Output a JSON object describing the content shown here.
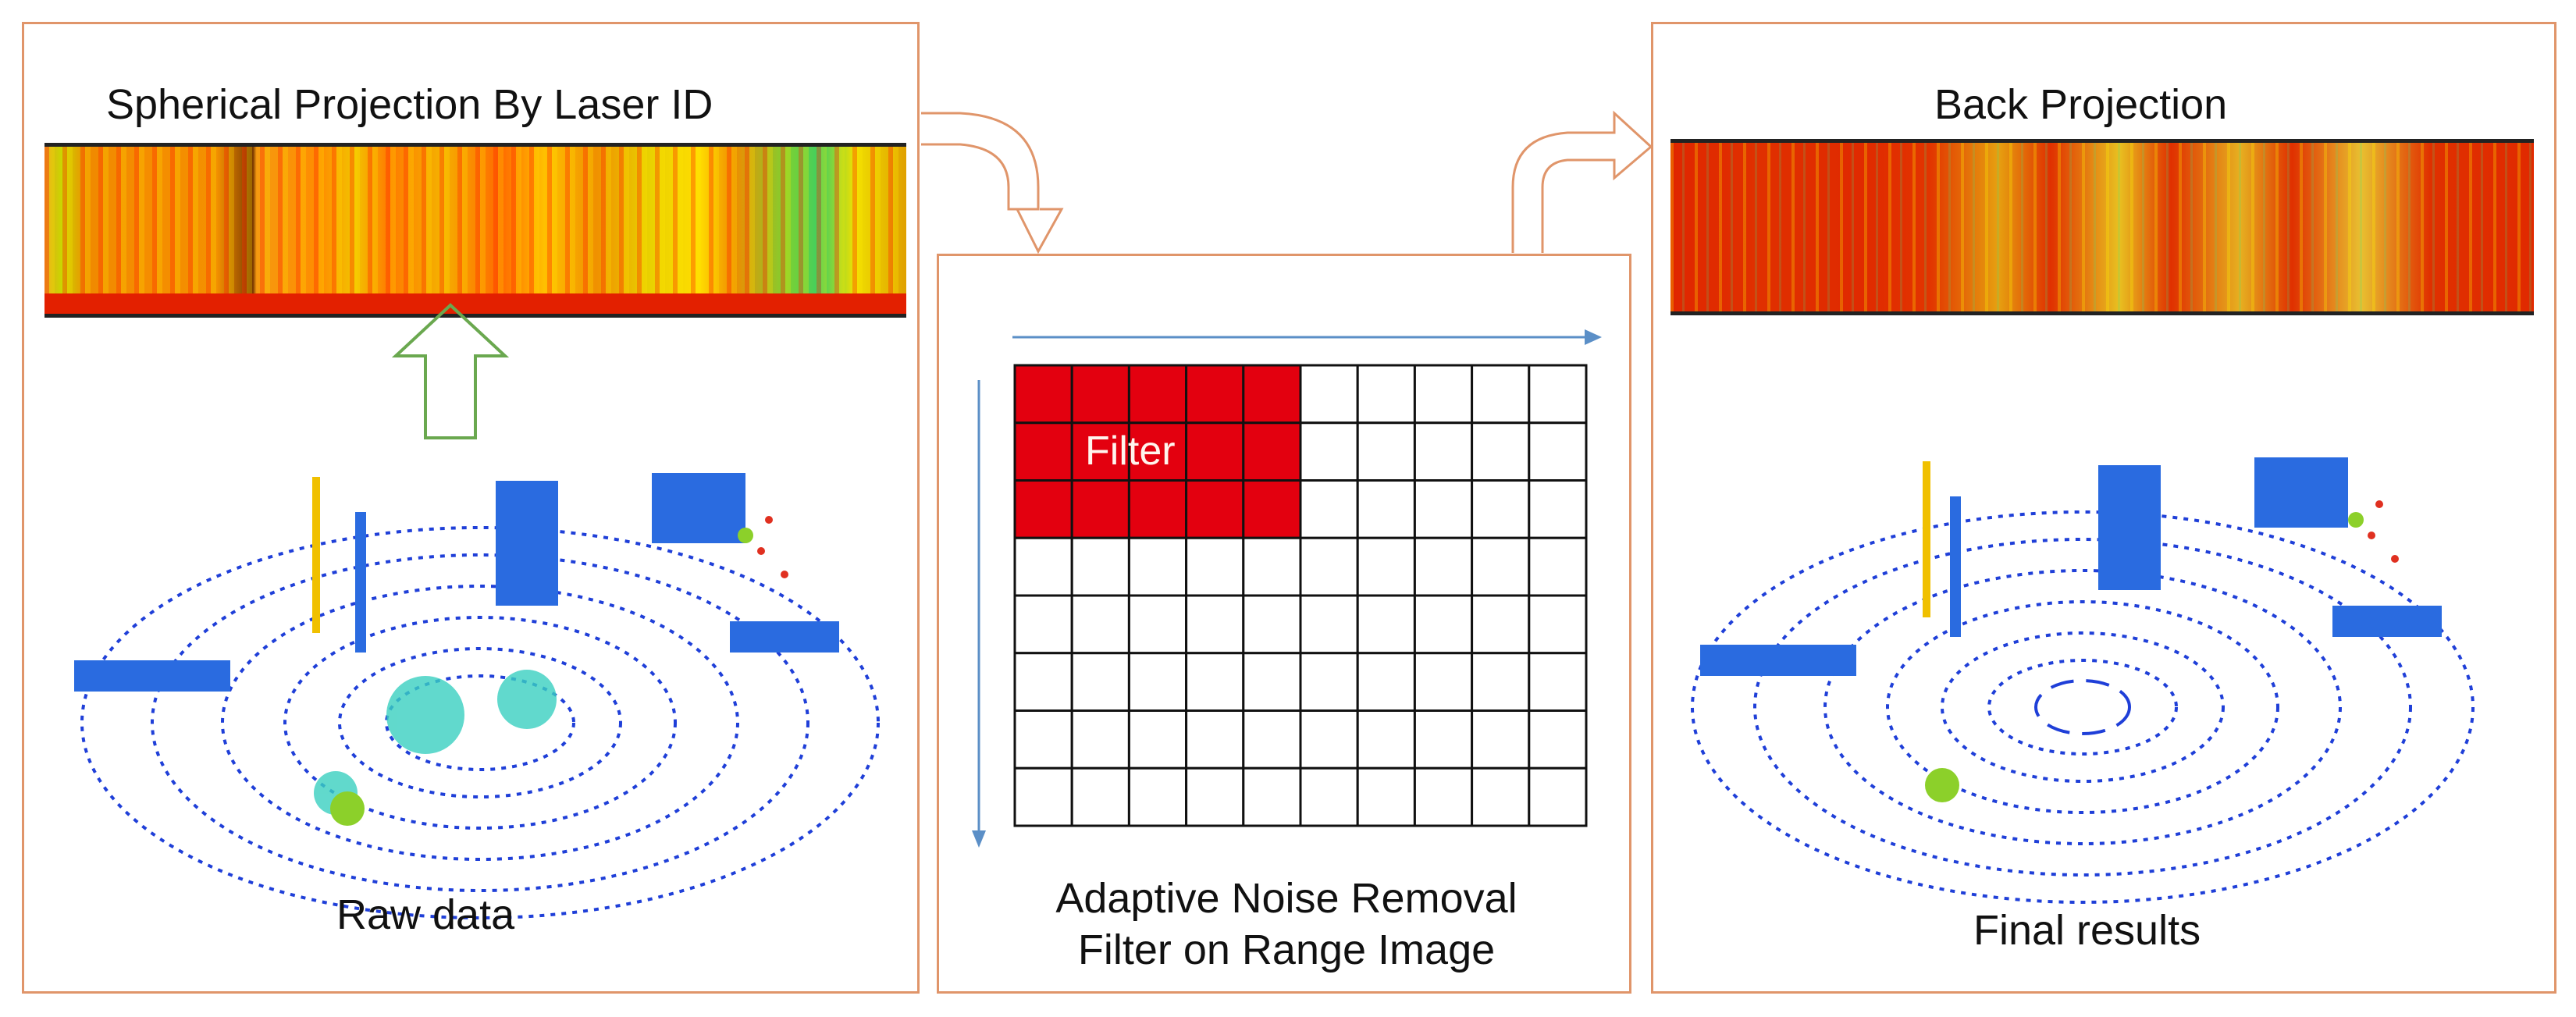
{
  "left_panel": {
    "title": "Spherical Projection By Laser ID",
    "caption": "Raw data"
  },
  "middle_panel": {
    "filter_label": "Filter",
    "caption_line1": "Adaptive Noise Removal",
    "caption_line2": "Filter on Range Image",
    "grid": {
      "rows": 8,
      "cols": 10,
      "filter_rows": 3,
      "filter_cols": 5
    }
  },
  "right_panel": {
    "title": "Back Projection",
    "caption": "Final results"
  },
  "colors": {
    "panel_border": "#e0956a",
    "filter_red": "#e3000f",
    "up_arrow": "#6aa84f",
    "scan_arrow": "#5b8fc7"
  }
}
